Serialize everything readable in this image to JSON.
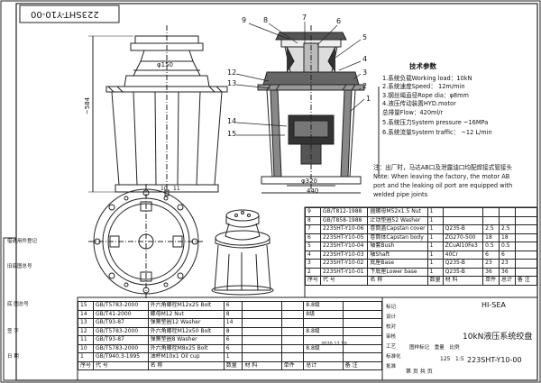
{
  "drawing_number_rotated": "223SHT-Y10-00",
  "dims": {
    "d150": "φ150",
    "h584": "~584",
    "d320": "φ320",
    "w440": "440"
  },
  "callouts": [
    "9",
    "8",
    "7",
    "6",
    "5",
    "4",
    "3",
    "2",
    "1",
    "12",
    "13",
    "14",
    "15",
    "11",
    "10"
  ],
  "tech_params": {
    "title": "技术参数",
    "lines": [
      "1.系统负载Working load：10kN",
      "2.系统速度Speed：    12m/min",
      "3.钢丝绳直径Rope dia：φ8mm",
      "4.液压传动装置HYD.motor",
      "    总排量Flow：420ml/r",
      "5.系统压力System pressure  ~16MPa",
      "6.系统流量System traffic：  ~12 L/min"
    ]
  },
  "note": {
    "cn": "注：出厂时，马达AB口及泄露油口均配焊接式管接头",
    "en_lines": [
      "Note: When leaving the factory, the motor AB",
      "port and the leaking oil port are equipped with",
      "welded pipe joints"
    ]
  },
  "parts_upper": [
    [
      "9",
      "GB/T812-1988",
      "圆螺母M52x1.5 Nut",
      "1",
      "",
      "",
      "",
      ""
    ],
    [
      "8",
      "GB/T858-1988",
      "止动垫圈52 Washer",
      "1",
      "",
      "",
      "",
      ""
    ],
    [
      "7",
      "223SHT-Y10-06",
      "卷筒盖Capstan cover",
      "1",
      "Q235-B",
      "2.5",
      "2.5",
      ""
    ],
    [
      "6",
      "223SHT-Y10-05",
      "卷筒体Capstan body",
      "1",
      "ZG270-500",
      "18",
      "18",
      ""
    ],
    [
      "5",
      "223SHT-Y10-04",
      "轴套Bush",
      "1",
      "ZCuAl10Fe3",
      "0.5",
      "0.5",
      ""
    ],
    [
      "4",
      "223SHT-Y10-03",
      "轴Shaft",
      "1",
      "40Cr",
      "6",
      "6",
      ""
    ],
    [
      "3",
      "223SHT-Y10-02",
      "底座Base",
      "1",
      "Q235-B",
      "23",
      "23",
      ""
    ],
    [
      "2",
      "223SHT-Y10-01",
      "下底座Lower base",
      "1",
      "Q235-B",
      "36",
      "36",
      ""
    ]
  ],
  "parts_header": [
    "序号",
    "代   号",
    "名      称",
    "数量",
    "材   料",
    "单件",
    "总计",
    "备  注"
  ],
  "parts_lower": [
    [
      "15",
      "GB/T5783-2000",
      "外六角螺栓M12x25 Bolt",
      "6",
      "",
      "",
      "8.8级",
      ""
    ],
    [
      "14",
      "GB/T41-2000",
      "螺母M12 Nut",
      "8",
      "",
      "",
      "8级",
      ""
    ],
    [
      "13",
      "GB/T93-87",
      "弹簧垫圈12 Washer",
      "14",
      "",
      "",
      "",
      ""
    ],
    [
      "12",
      "GB/T5783-2000",
      "外六角螺栓M12x50 Bolt",
      "8",
      "",
      "",
      "8.8级",
      ""
    ],
    [
      "11",
      "GB/T93-87",
      "弹簧垫圈8 Washer",
      "6",
      "",
      "",
      "",
      ""
    ],
    [
      "10",
      "GB/T5783-2000",
      "外六角螺栓M8x25 Bolt",
      "6",
      "",
      "",
      "8.8级",
      ""
    ],
    [
      "1",
      "GB/T940.3-1995",
      "油杯M10x1 Oil cup",
      "1",
      "",
      "",
      "",
      ""
    ]
  ],
  "left_labels": [
    "借通用件登记",
    "旧底图总号",
    "底  图总号",
    "签   字",
    "日   期"
  ],
  "title_block": {
    "company": "HI-SEA",
    "name": "10kN液压系统绞盘",
    "drawing_no": "223SHT-Y10-00",
    "scale_label": "比例",
    "scale": "1:5",
    "weight": "125",
    "sheet_label": "第  页  共  页",
    "stage_labels": [
      "图样标记",
      "重量",
      "比例"
    ],
    "designer_rows": [
      "标记",
      "设计",
      "校对",
      "审核",
      "工艺",
      "标准化",
      "批准"
    ],
    "date": "2020.12.10"
  }
}
